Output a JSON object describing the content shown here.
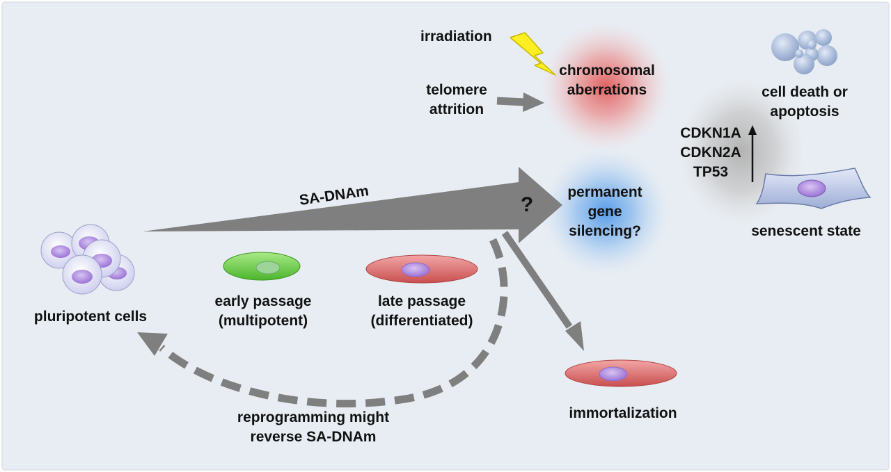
{
  "labels": {
    "irradiation": "irradiation",
    "telomere": [
      "telomere",
      "attrition"
    ],
    "chromosomal": [
      "chromosomal",
      "aberrations"
    ],
    "cell_death": [
      "cell death or",
      "apoptosis"
    ],
    "genes": [
      "CDKN1A",
      "CDKN2A",
      "TP53"
    ],
    "sa_dnam": "SA-DNAm",
    "question": "?",
    "silencing": [
      "permanent",
      "gene",
      "silencing?"
    ],
    "senescent": "senescent state",
    "pluripotent": "pluripotent cells",
    "early": [
      "early passage",
      "(multipotent)"
    ],
    "late": [
      "late passage",
      "(differentiated)"
    ],
    "immortalization": "immortalization",
    "reprogramming": [
      "reprogramming might",
      "reverse SA-DNAm"
    ]
  },
  "colors": {
    "background": "#e8edf3",
    "arrow_gray": "#7f7f7f",
    "chromosomal_glow": "#e05a5a",
    "silencing_glow": "#4f97e8",
    "hub_gray": "#b0b0b0",
    "early_cell": "#6ed24a",
    "late_cell": "#d86a6a",
    "nucleus": "#b58ce0",
    "lightning": "#ffee22"
  },
  "icons": {
    "lightning": "lightning-bolt-icon",
    "apoptotic_cells": "apoptotic-cells-icon",
    "senescent_cell": "senescent-cell-icon",
    "pluripotent_cells": "pluripotent-cells-icon"
  }
}
